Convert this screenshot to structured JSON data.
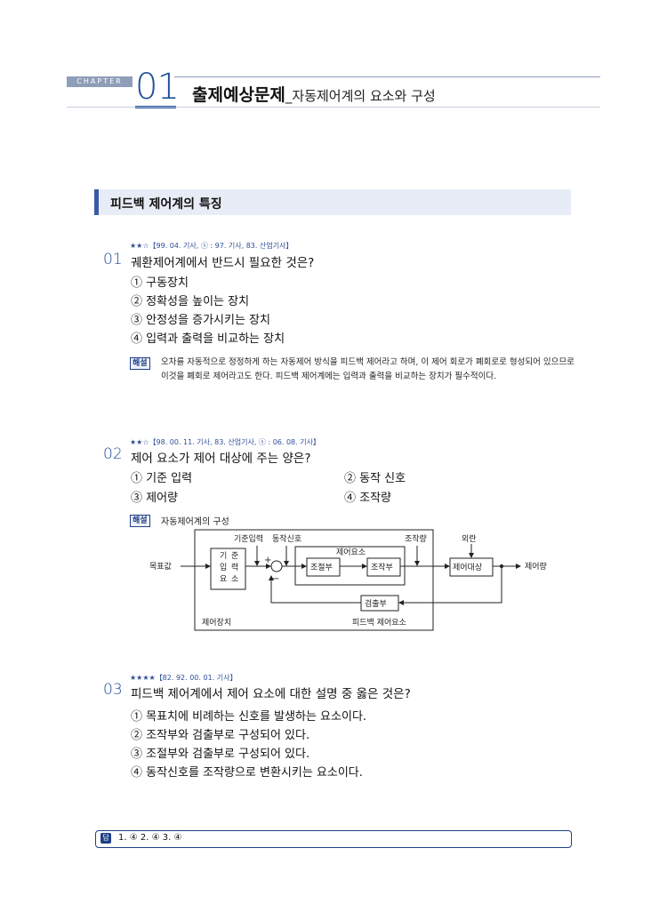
{
  "header": {
    "chapter_label": "CHAPTER",
    "chapter_number": "01",
    "title_bold": "출제예상문제",
    "title_sub": "_자동제어계의 요소와 구성"
  },
  "section": {
    "title": "피드백 제어계의 특징"
  },
  "questions": [
    {
      "number": "01",
      "meta": "★★☆【99. 04. 기사, ⓢ : 97. 기사, 83. 산업기사】",
      "text": "궤환제어계에서 반드시 필요한 것은?",
      "options": [
        "① 구동장치",
        "② 정확성을 높이는 장치",
        "③ 안정성을 증가시키는 장치",
        "④ 입력과 출력을 비교하는 장치"
      ],
      "explanation_label": "해설",
      "explanation": "오차를 자동적으로 정정하게 하는 자동제어 방식을 피드백 제어라고 하며, 이 제어 회로가 폐회로로 형성되어 있으므로 이것을 폐회로 제어라고도 한다. 피드백 제어계에는 입력과 출력을 비교하는 장치가 필수적이다."
    },
    {
      "number": "02",
      "meta": "★★☆【98. 00. 11. 기사, 83. 산업기사, ⓢ : 06. 08. 기사】",
      "text": "제어 요소가 제어 대상에 주는 양은?",
      "options": [
        "① 기준 입력",
        "② 동작 신호",
        "③ 제어량",
        "④ 조작량"
      ],
      "explanation_label": "해설",
      "explanation": "자동제어계의 구성"
    },
    {
      "number": "03",
      "meta": "★★★★【82. 92. 00. 01. 기사】",
      "text": "피드백 제어계에서 제어 요소에 대한 설명 중 옳은 것은?",
      "options": [
        "① 목표치에 비례하는 신호를 발생하는 요소이다.",
        "② 조작부와 검출부로 구성되어 있다.",
        "③ 조절부와 검출부로 구성되어 있다.",
        "④ 동작신호를 조작량으로 변환시키는 요소이다."
      ]
    }
  ],
  "diagram": {
    "target_value": "목표값",
    "reference_input_element": [
      "기",
      "준",
      "입",
      "력",
      "요",
      "소"
    ],
    "reference_input": "기준입력",
    "actuating_signal": "동작신호",
    "control_elements": "제어요소",
    "controller": "조절부",
    "actuator": "조작부",
    "manipulated_variable": "조작량",
    "disturbance": "외란",
    "plant": "제어대상",
    "controlled_variable": "제어량",
    "detector": "검출부",
    "control_device": "제어장치",
    "feedback_elements": "피드백 제어요소",
    "plus": "+",
    "minus": "−"
  },
  "answers": {
    "icon": "답",
    "text": "1. ④  2. ④  3. ④"
  },
  "colors": {
    "accent": "#1f4f9a",
    "banner": "#e8ecf6"
  }
}
